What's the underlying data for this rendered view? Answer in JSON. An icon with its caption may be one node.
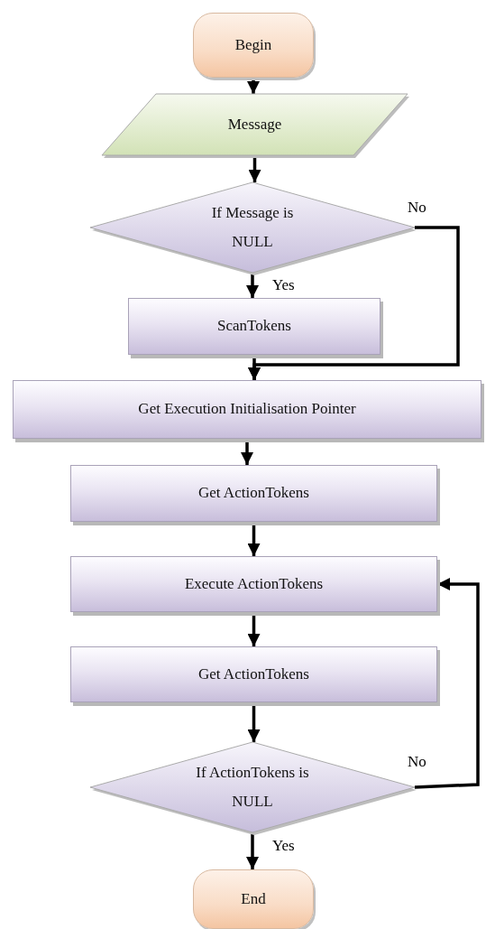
{
  "diagram": {
    "nodes": [
      {
        "text": [
          "Begin"
        ]
      },
      {
        "text": [
          "Message"
        ]
      },
      {
        "text": [
          "If Message is NULL"
        ]
      },
      {
        "text": [
          "ScanTokens"
        ]
      },
      {
        "text": [
          "Get Execution Initialisation Pointer"
        ]
      },
      {
        "text": [
          "Get ActionTokens"
        ]
      },
      {
        "text": [
          "Execute ActionTokens"
        ]
      },
      {
        "text": [
          "Get ActionTokens"
        ]
      },
      {
        "text": [
          "If ActionTokens is NULL"
        ]
      },
      {
        "text": [
          "End"
        ]
      }
    ],
    "edges": [
      {
        "from": 0,
        "to": 1,
        "arrow": "to"
      },
      {
        "from": 1,
        "to": 2,
        "arrow": "to"
      },
      {
        "from": 2,
        "to": 3,
        "arrow": "to",
        "label": "Yes"
      },
      {
        "from": 2,
        "to": 4,
        "arrow": "to",
        "label": "No"
      },
      {
        "from": 3,
        "to": 4,
        "arrow": "to"
      },
      {
        "from": 4,
        "to": 5,
        "arrow": "to"
      },
      {
        "from": 5,
        "to": 6,
        "arrow": "to"
      },
      {
        "from": 6,
        "to": 7,
        "arrow": "to"
      },
      {
        "from": 7,
        "to": 8,
        "arrow": "to"
      },
      {
        "from": 8,
        "to": 9,
        "arrow": "to",
        "label": "Yes"
      },
      {
        "from": 8,
        "to": 6,
        "arrow": "to",
        "label": "No"
      }
    ]
  }
}
